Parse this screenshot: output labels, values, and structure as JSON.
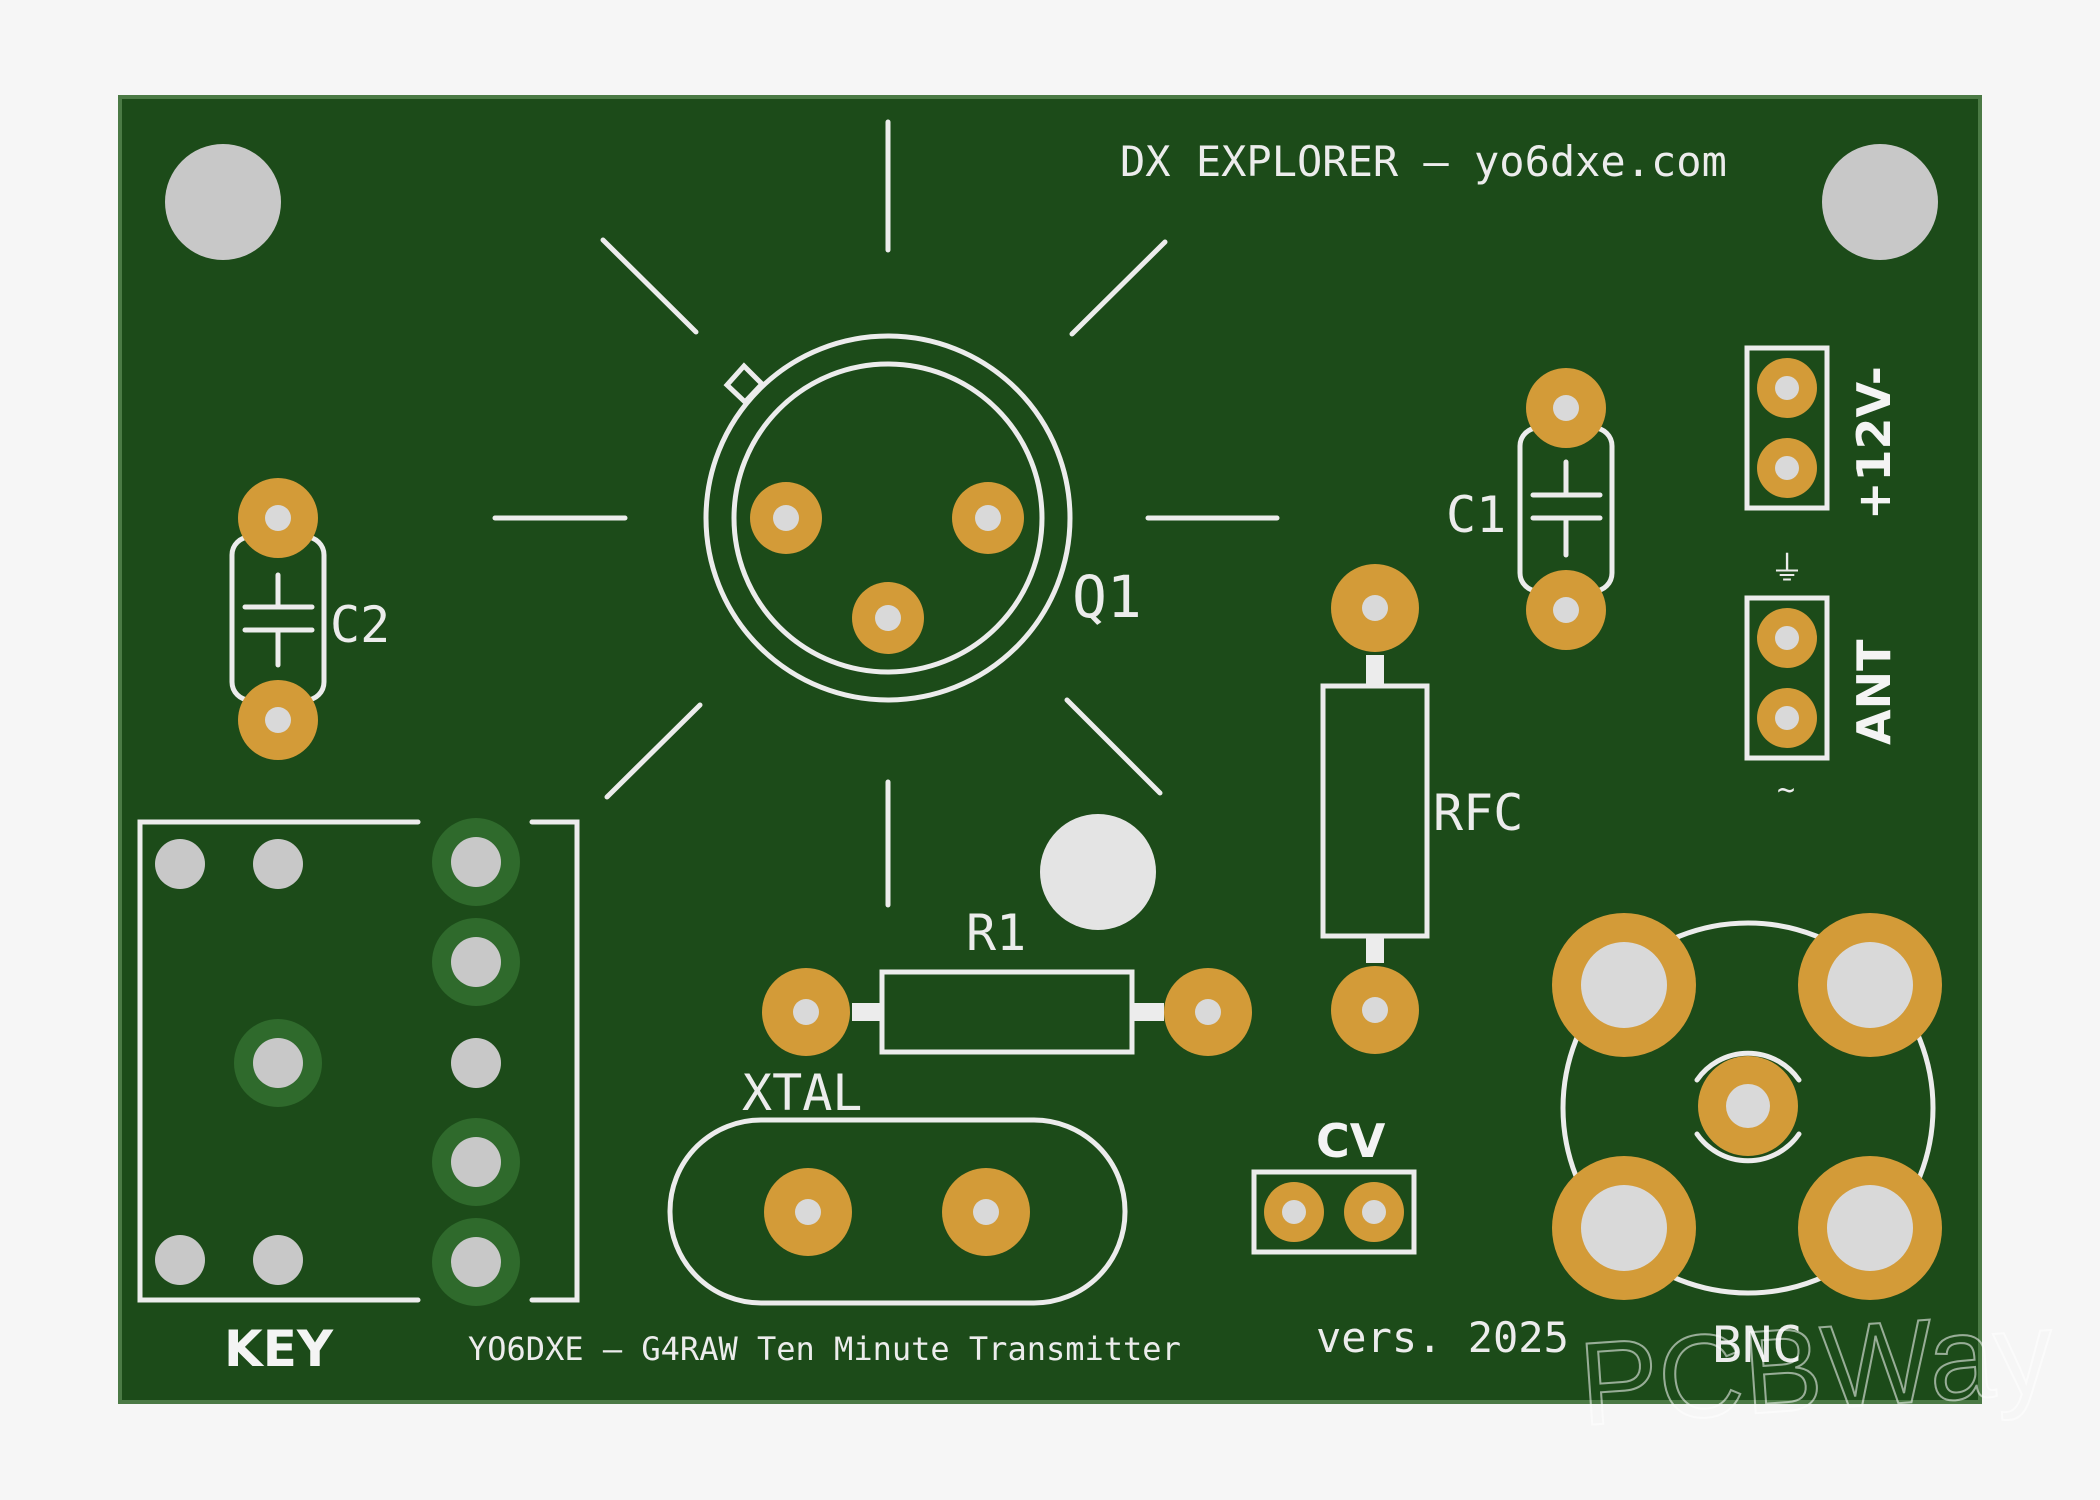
{
  "board": {
    "title_text": "DX EXPLORER – yo6dxe.com",
    "footer_text": "YO6DXE – G4RAW Ten Minute Transmitter",
    "version_text": "vers. 2025",
    "watermark_text": "PCBWay",
    "colors": {
      "background": "#f6f6f6",
      "board": "#1c4b19",
      "board_edge": "#4b7a45",
      "silkscreen": "#ececec",
      "pad_copper": "#d39b38",
      "drill": "#d9d9d9"
    }
  },
  "components": {
    "q1": "Q1",
    "c1": "C1",
    "c2": "C2",
    "r1": "R1",
    "rfc": "RFC",
    "xtal": "XTAL",
    "cv": "CV",
    "key": "KEY",
    "bnc": "BNC",
    "power": "+12V-",
    "ant": "ANT",
    "ground_symbol": "⏚",
    "tilde_symbol": "~"
  }
}
